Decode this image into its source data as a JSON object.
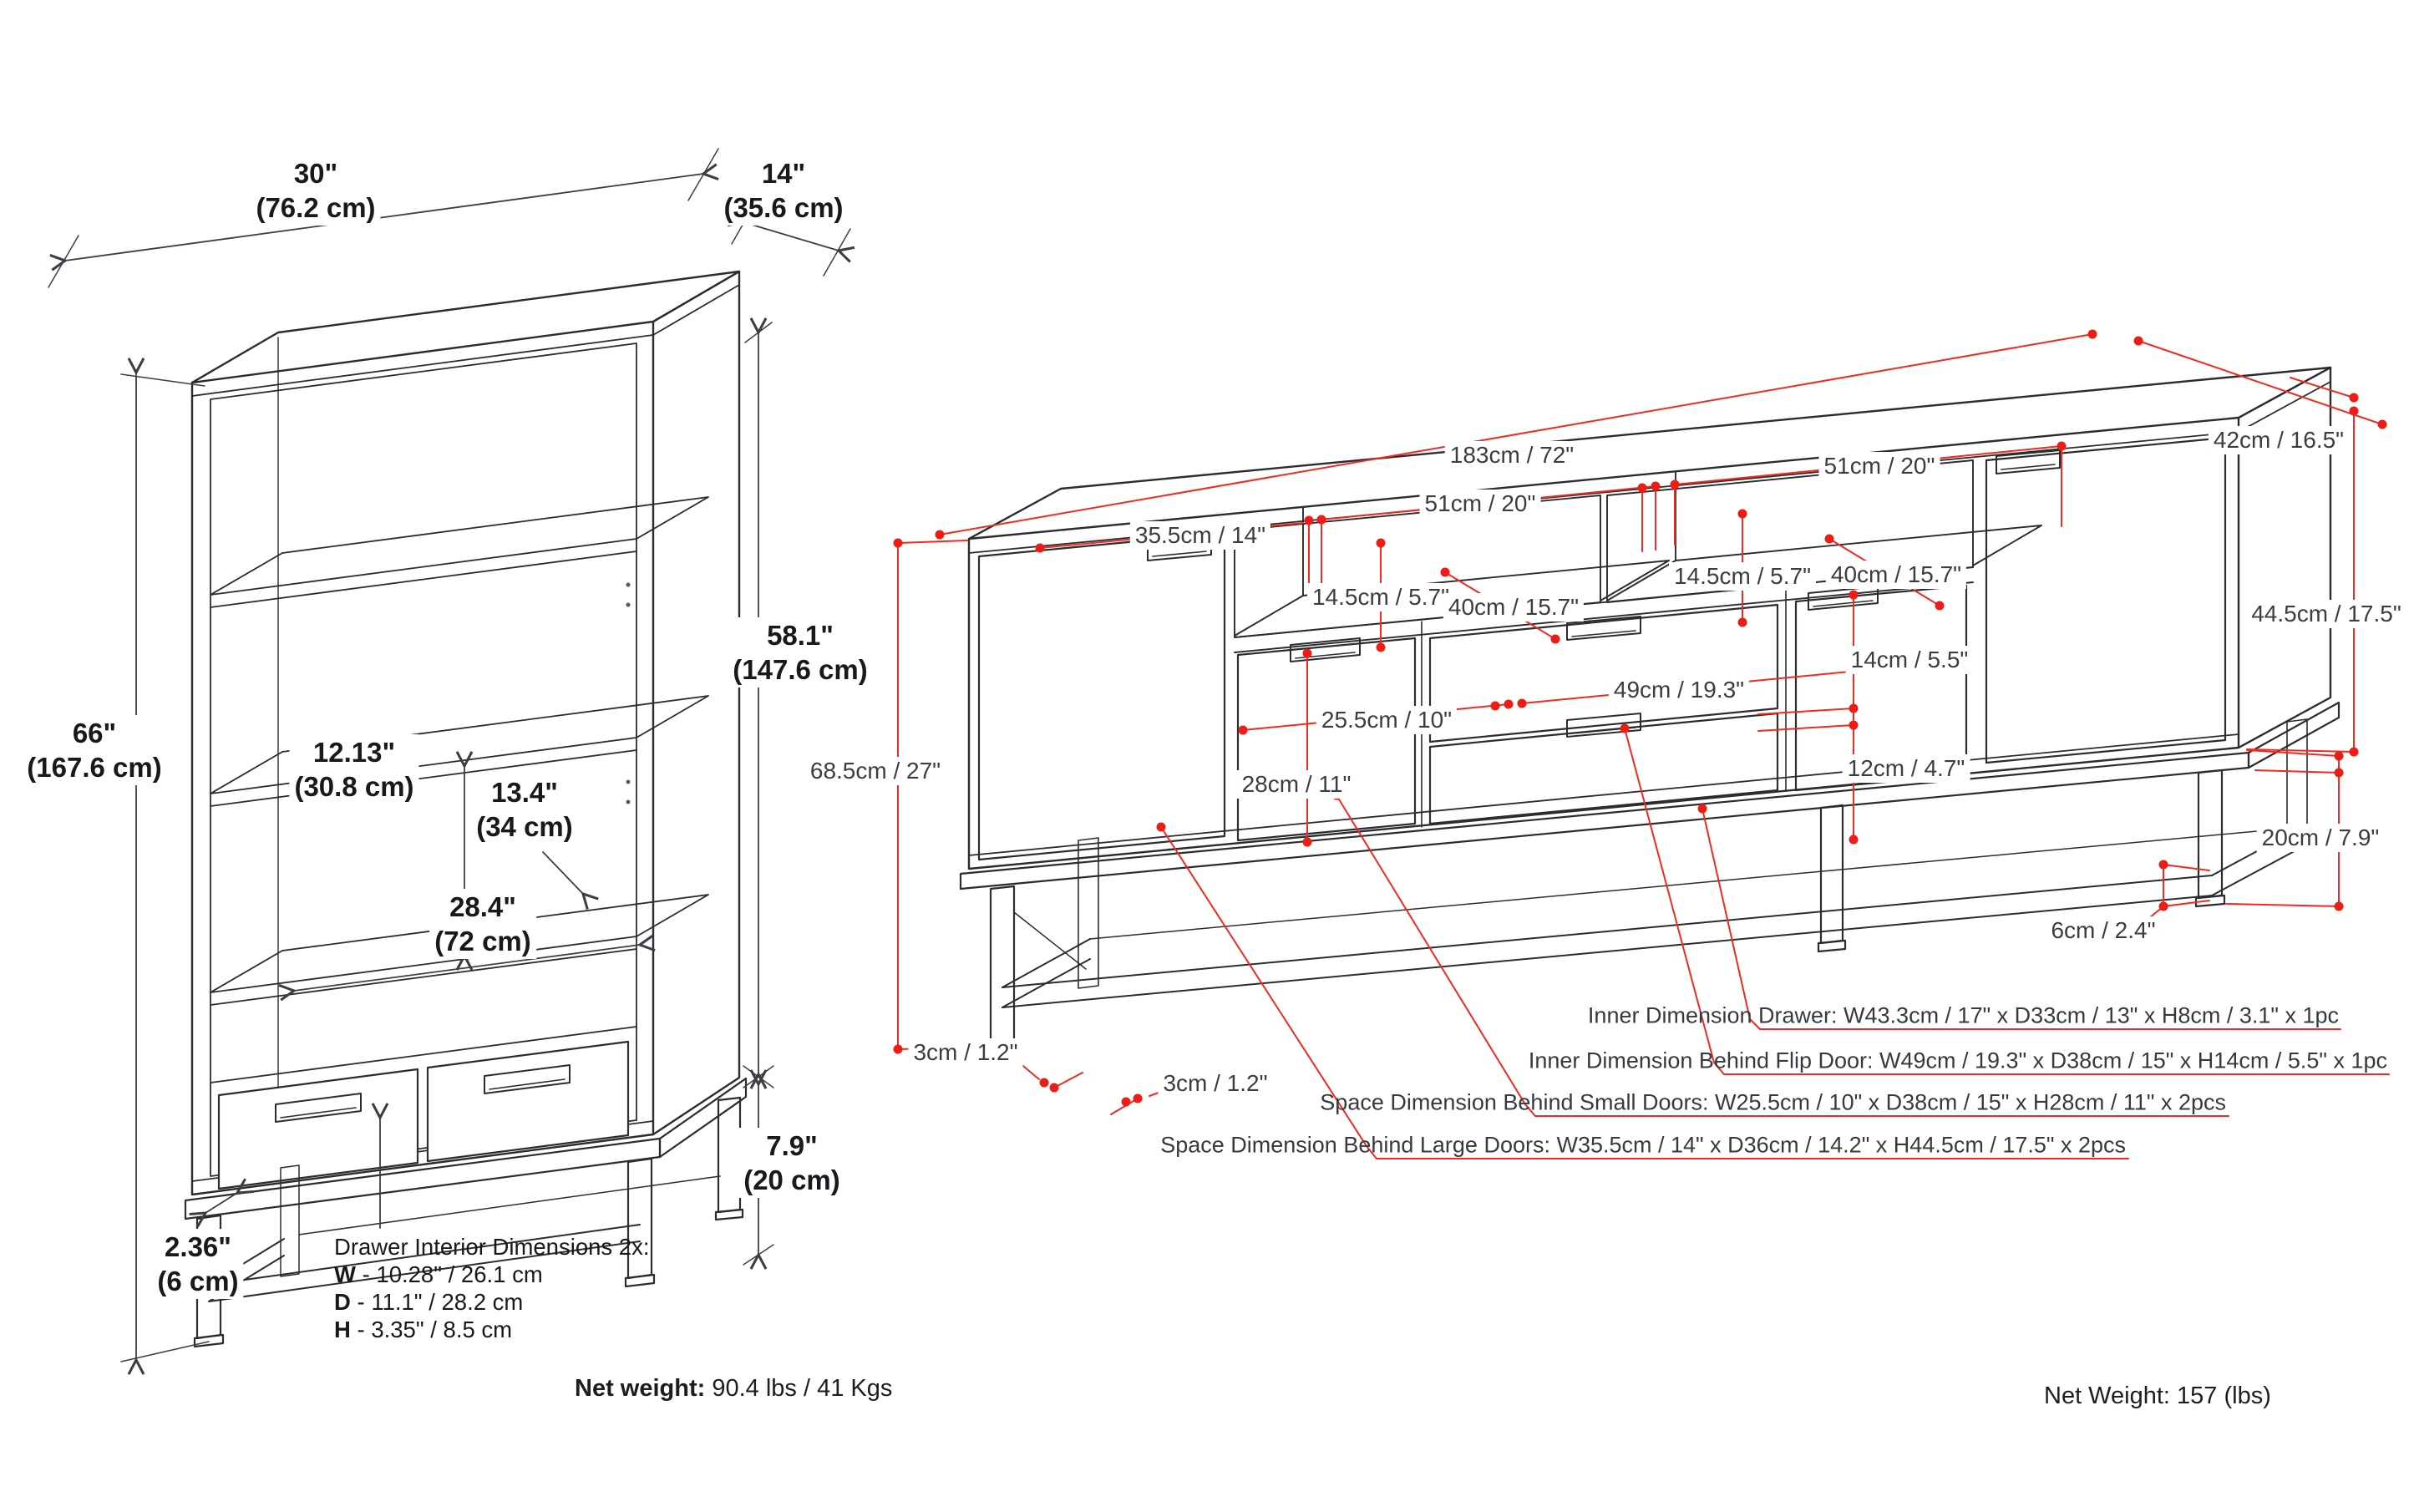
{
  "colors": {
    "ink": "#2a2c30",
    "dim_dark": "#3b3e44",
    "red_line": "#ee2b22",
    "red_dot": "#ee1c15",
    "text_dark": "#17191d",
    "text_gray": "#3a3d42"
  },
  "bookcase": {
    "labels": {
      "width": {
        "in": "30\"",
        "cm": "(76.2 cm)"
      },
      "depth": {
        "in": "14\"",
        "cm": "(35.6 cm)"
      },
      "height": {
        "in": "66\"",
        "cm": "(167.6 cm)"
      },
      "body_height": {
        "in": "58.1\"",
        "cm": "(147.6 cm)"
      },
      "shelf_spacing": {
        "in": "12.13\"",
        "cm": "(30.8 cm)"
      },
      "shelf_depth": {
        "in": "13.4\"",
        "cm": "(34 cm)"
      },
      "interior_width": {
        "in": "28.4\"",
        "cm": "(72 cm)"
      },
      "base_height": {
        "in": "7.9\"",
        "cm": "(20 cm)"
      },
      "leg_size": {
        "in": "2.36\"",
        "cm": "(6 cm)"
      }
    },
    "drawer_note": {
      "title": "Drawer Interior Dimensions 2x:",
      "lines": [
        {
          "key": "W",
          "value": " - 10.28\" / 26.1 cm"
        },
        {
          "key": "D",
          "value": " - 11.1\" / 28.2 cm"
        },
        {
          "key": "H",
          "value": " - 3.35\" / 8.5 cm"
        }
      ]
    },
    "net_weight": {
      "label": "Net weight:",
      "value": " 90.4 lbs / 41 Kgs"
    }
  },
  "tvstand": {
    "labels": {
      "total_width": "183cm / 72\"",
      "depth": "42cm / 16.5\"",
      "left_opening_width": "51cm / 20\"",
      "right_opening_width": "51cm / 20\"",
      "large_door_width": "35.5cm / 14\"",
      "left_cubby_height": "14.5cm / 5.7\"",
      "left_cubby_depth": "40cm / 15.7\"",
      "right_cubby_height": "14.5cm / 5.7\"",
      "right_cubby_depth": "40cm / 15.7\"",
      "body_height": "44.5cm / 17.5\"",
      "total_height": "68.5cm / 27\"",
      "door_height": "28cm / 11\"",
      "small_door_width": "25.5cm / 10\"",
      "center_width": "49cm / 19.3\"",
      "flip_door_height": "14cm / 5.5\"",
      "drawer_height": "12cm / 4.7\"",
      "base_height": "20cm / 7.9\"",
      "leg_height": "6cm / 2.4\"",
      "leg_inset_left": "3cm / 1.2\"",
      "leg_inset_right": "3cm / 1.2\""
    },
    "notes": [
      "Inner Dimension Drawer: W43.3cm / 17\" x D33cm / 13\" x H8cm / 3.1\" x 1pc",
      "Inner Dimension Behind Flip Door: W49cm / 19.3\" x D38cm / 15\" x H14cm / 5.5\" x 1pc",
      "Space Dimension Behind Small Doors: W25.5cm / 10\" x D38cm / 15\" x H28cm / 11\" x 2pcs",
      "Space Dimension Behind Large Doors: W35.5cm / 14\" x D36cm / 14.2\" x H44.5cm / 17.5\" x 2pcs"
    ],
    "net_weight": "Net Weight: 157 (lbs)"
  }
}
